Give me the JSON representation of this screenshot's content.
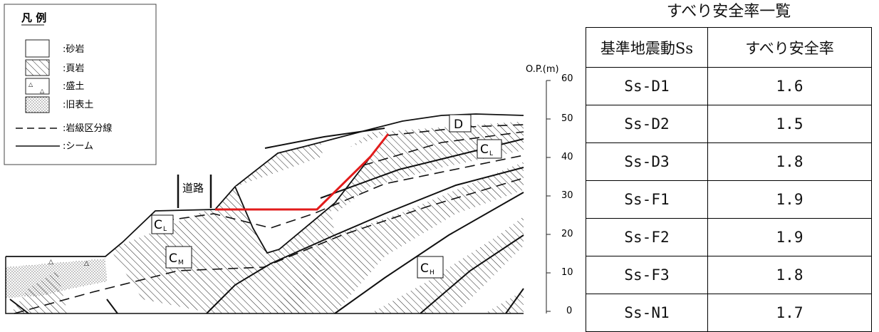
{
  "legend": {
    "title": "凡 例",
    "items": [
      {
        "symbol": "sandstone",
        "label": ":砂岩"
      },
      {
        "symbol": "shale",
        "label": ":頁岩"
      },
      {
        "symbol": "fill",
        "label": ":盛土"
      },
      {
        "symbol": "old-topsoil",
        "label": ":旧表土"
      },
      {
        "symbol": "rock-class-line",
        "label": ":岩級区分線"
      },
      {
        "symbol": "seam",
        "label": ":シーム"
      }
    ]
  },
  "section": {
    "road_label": "道路",
    "rock_classes": [
      {
        "id": "d",
        "main": "D",
        "sub": ""
      },
      {
        "id": "cl-right",
        "main": "C",
        "sub": "L"
      },
      {
        "id": "cl-left",
        "main": "C",
        "sub": "L"
      },
      {
        "id": "cm",
        "main": "C",
        "sub": "M"
      },
      {
        "id": "ch",
        "main": "C",
        "sub": "H"
      }
    ],
    "slip_line_color": "#e21b1b"
  },
  "axis": {
    "label": "O.P.(m)",
    "ticks": [
      "60",
      "50",
      "40",
      "30",
      "20",
      "10",
      "0"
    ]
  },
  "table": {
    "title": "すべり安全率一覧",
    "header": [
      "基準地震動Ss",
      "すべり安全率"
    ],
    "rows": [
      [
        "Ss-D1",
        "1.6"
      ],
      [
        "Ss-D2",
        "1.5"
      ],
      [
        "Ss-D3",
        "1.8"
      ],
      [
        "Ss-F1",
        "1.9"
      ],
      [
        "Ss-F2",
        "1.9"
      ],
      [
        "Ss-F3",
        "1.8"
      ],
      [
        "Ss-N1",
        "1.7"
      ]
    ]
  }
}
